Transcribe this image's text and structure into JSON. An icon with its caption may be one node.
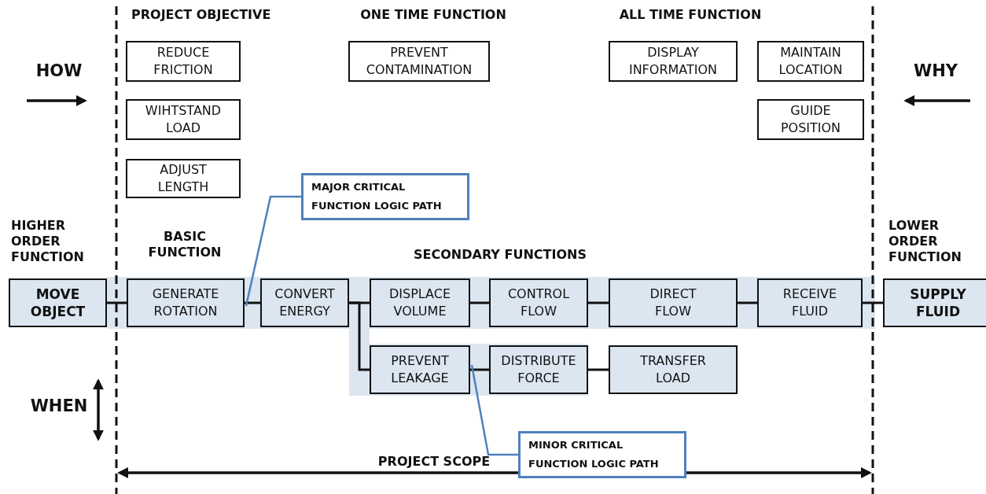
{
  "diagram": {
    "nodes": [
      {
        "text": [
          "REDUCE FRICTION"
        ]
      },
      {
        "text": [
          "WIHTSTAND LOAD"
        ]
      },
      {
        "text": [
          "ADJUST LENGTH"
        ]
      },
      {
        "text": [
          "PREVENT CONTAMINATION"
        ]
      },
      {
        "text": [
          "DISPLAY INFORMATION"
        ]
      },
      {
        "text": [
          "MAINTAIN LOCATION"
        ]
      },
      {
        "text": [
          "GUIDE POSITION"
        ]
      },
      {
        "text": [
          "MAJOR CRITICAL FUNCTION LOGIC PATH"
        ]
      },
      {
        "text": [
          "MOVE OBJECT"
        ]
      },
      {
        "text": [
          "GENERATE ROTATION"
        ]
      },
      {
        "text": [
          "CONVERT ENERGY"
        ]
      },
      {
        "text": [
          "DISPLACE VOLUME"
        ]
      },
      {
        "text": [
          "CONTROL FLOW"
        ]
      },
      {
        "text": [
          "DIRECT FLOW"
        ]
      },
      {
        "text": [
          "RECEIVE FLUID"
        ]
      },
      {
        "text": [
          "SUPPLY FLUID"
        ]
      },
      {
        "text": [
          "PREVENT LEAKAGE"
        ]
      },
      {
        "text": [
          "DISTRIBUTE FORCE"
        ]
      },
      {
        "text": [
          "TRANSFER LOAD"
        ]
      },
      {
        "text": [
          "MINOR CRITICAL FUNCTION LOGIC PATH"
        ]
      }
    ],
    "edges": [
      {
        "from": 8,
        "to": 9,
        "arrow": "none"
      },
      {
        "from": 9,
        "to": 10,
        "arrow": "none"
      },
      {
        "from": 10,
        "to": 11,
        "arrow": "none"
      },
      {
        "from": 10,
        "to": 16,
        "arrow": "none"
      },
      {
        "from": 11,
        "to": 12,
        "arrow": "none"
      },
      {
        "from": 12,
        "to": 13,
        "arrow": "none"
      },
      {
        "from": 13,
        "to": 14,
        "arrow": "none"
      },
      {
        "from": 14,
        "to": 15,
        "arrow": "none"
      },
      {
        "from": 16,
        "to": 17,
        "arrow": "none"
      },
      {
        "from": 17,
        "to": 18,
        "arrow": "none"
      },
      {
        "from": 7,
        "to": 9,
        "arrow": "none",
        "color": "#4f81bd"
      },
      {
        "from": 19,
        "to": 16,
        "arrow": "none",
        "color": "#4f81bd"
      }
    ],
    "labels": [
      "HOW",
      "WHY",
      "WHEN",
      "PROJECT OBJECTIVE",
      "ONE TIME FUNCTION",
      "ALL TIME FUNCTION",
      "HIGHER ORDER FUNCTION",
      "BASIC FUNCTION",
      "SECONDARY FUNCTIONS",
      "LOWER ORDER FUNCTION",
      "PROJECT SCOPE"
    ]
  }
}
